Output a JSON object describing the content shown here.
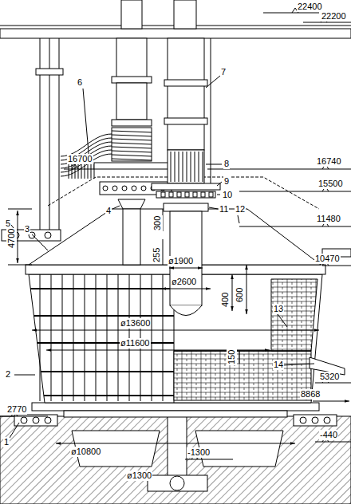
{
  "diagram": {
    "labels": [
      "22400",
      "22200",
      "16700",
      "16740",
      "15500",
      "4700",
      "300",
      "255",
      "11480",
      "10470",
      "ø1900",
      "ø2600",
      "400",
      "600",
      "ø13600",
      "ø11600",
      "150",
      "5320",
      "8868",
      "2770",
      "ø10800",
      "-1300",
      "-440",
      "ø1300",
      "1",
      "2",
      "3",
      "4",
      "5",
      "6",
      "7",
      "8",
      "9",
      "10",
      "11",
      "12",
      "13",
      "14"
    ]
  }
}
